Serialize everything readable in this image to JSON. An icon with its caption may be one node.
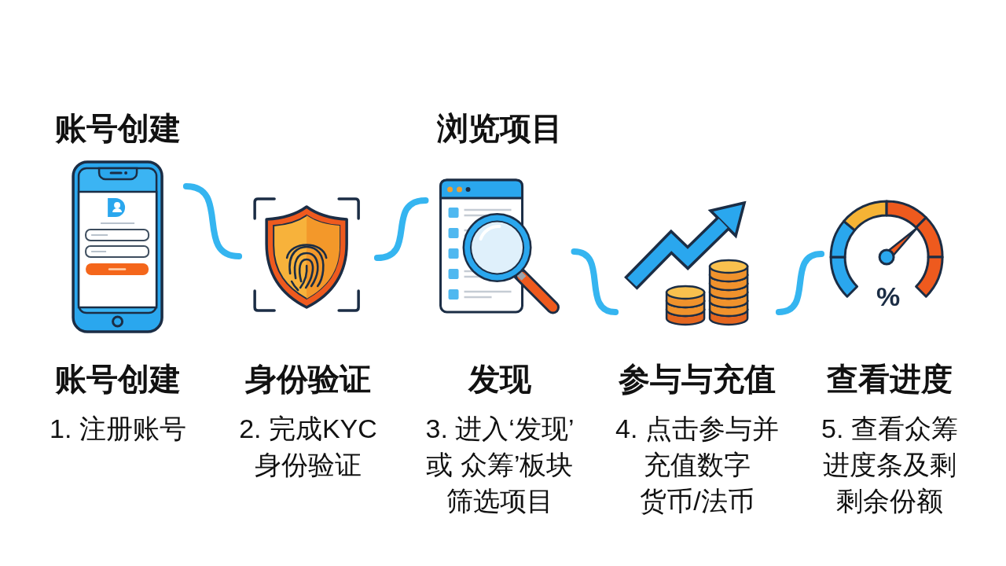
{
  "diagram": {
    "nodes": [
      {
        "text": [
          "账号创建",
          "账号创建",
          "1. 注册账号"
        ]
      },
      {
        "text": [
          "身份验证",
          "2. 完成KYC身份验证"
        ]
      },
      {
        "text": [
          "浏览项目",
          "发现",
          "3. 进入‘发现’或 众筹’板块筛选项目"
        ]
      },
      {
        "text": [
          "参与与充值",
          "4. 点击参与并充值数字货币/法币"
        ]
      },
      {
        "text": [
          "查看进度",
          "5. 查看众筹进度条及剩剩余份额"
        ]
      }
    ],
    "edges": [
      {
        "from": 0,
        "to": 1,
        "arrow": "none"
      },
      {
        "from": 1,
        "to": 2,
        "arrow": "none"
      },
      {
        "from": 2,
        "to": 3,
        "arrow": "none"
      },
      {
        "from": 3,
        "to": 4,
        "arrow": "none"
      }
    ],
    "labels": [
      "%"
    ]
  }
}
